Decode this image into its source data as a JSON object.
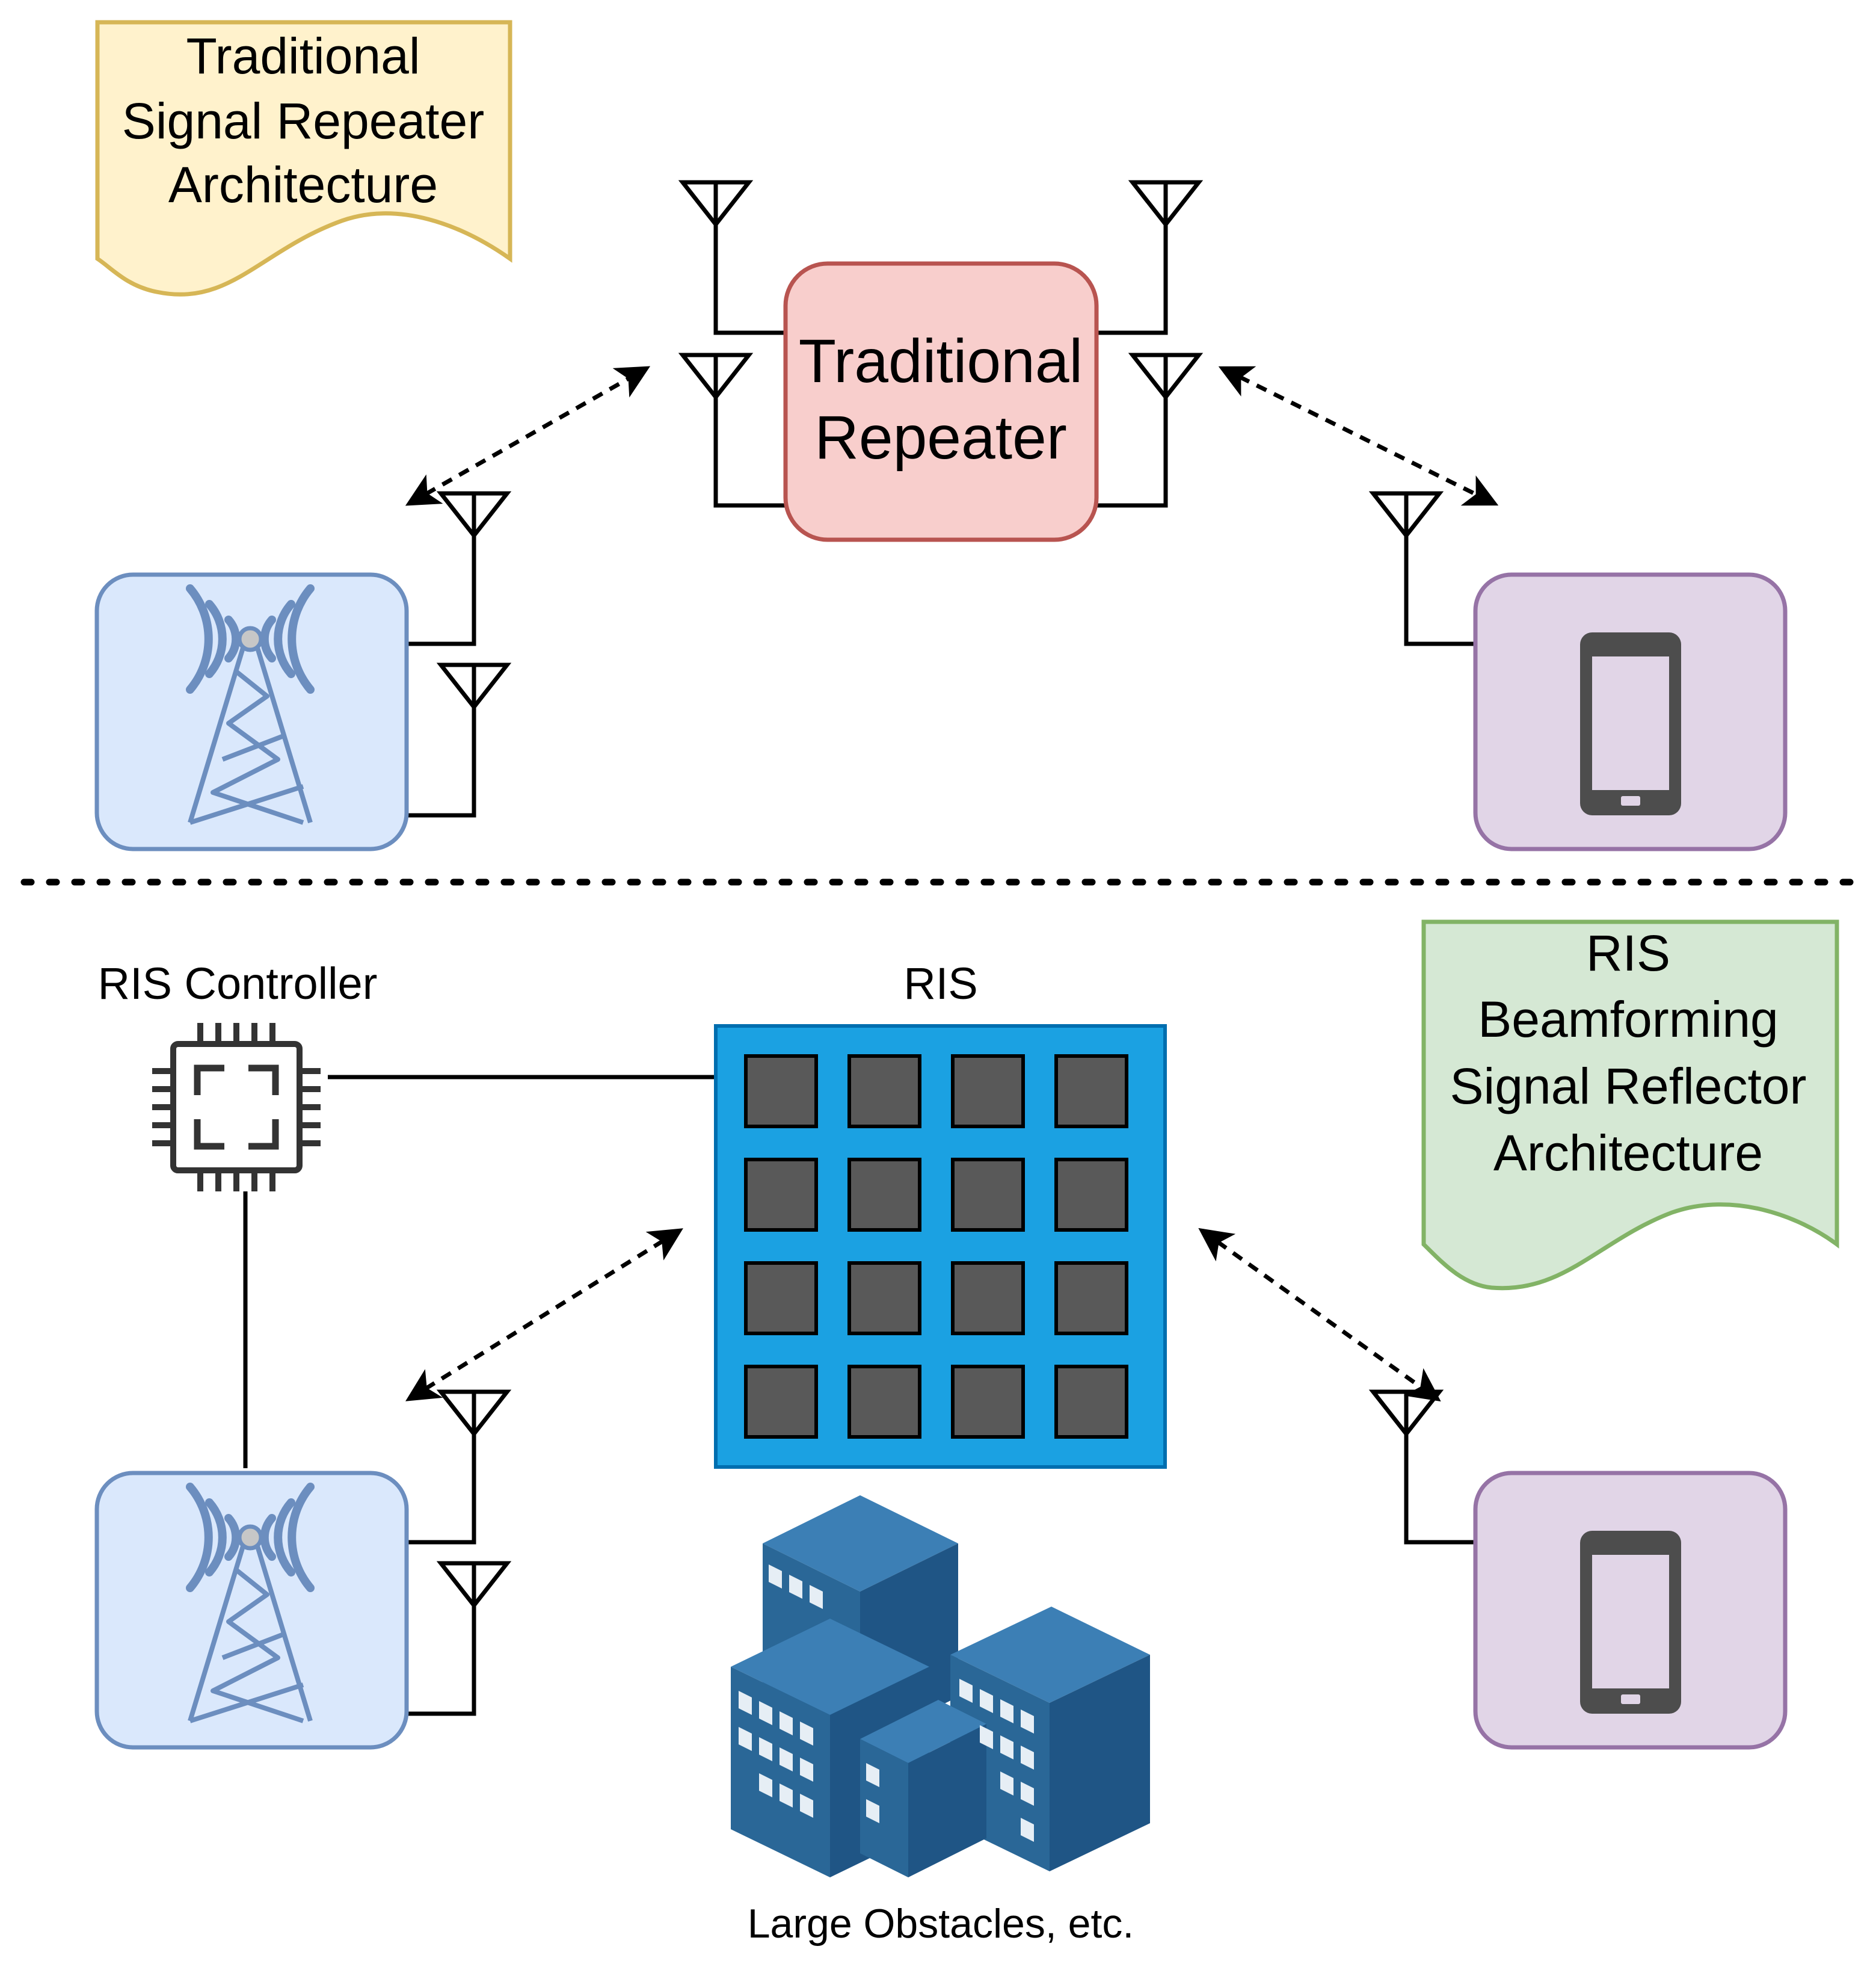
{
  "notes": {
    "traditional": {
      "lines": [
        "Traditional",
        "Signal Repeater",
        "Architecture"
      ],
      "fill": "#fff2cc",
      "stroke": "#d6b656"
    },
    "ris": {
      "lines": [
        "RIS",
        "Beamforming",
        "Signal Reflector",
        "Architecture"
      ],
      "fill": "#d5e8d4",
      "stroke": "#82b366"
    }
  },
  "repeater": {
    "lines": [
      "Traditional",
      "Repeater"
    ],
    "fill": "#f8cecc",
    "stroke": "#b85450"
  },
  "base_station": {
    "icon": "cell-tower-icon",
    "fill": "#dae8fc",
    "stroke": "#6c8ebf",
    "icon_color": "#6c8ebf"
  },
  "user_device": {
    "icon": "smartphone-icon",
    "fill": "#e1d5e7",
    "stroke": "#9673a6",
    "icon_color": "#4d4d4d"
  },
  "ris_panel": {
    "label": "RIS",
    "fill": "#1ba1e2",
    "stroke": "#006eaf",
    "element_fill": "#595959",
    "rows": 4,
    "cols": 4
  },
  "ris_controller": {
    "label": "RIS Controller",
    "icon": "microchip-icon"
  },
  "obstacles": {
    "label": "Large Obstacles, etc.",
    "icon": "office-buildings-icon",
    "color": "#2a6797"
  }
}
